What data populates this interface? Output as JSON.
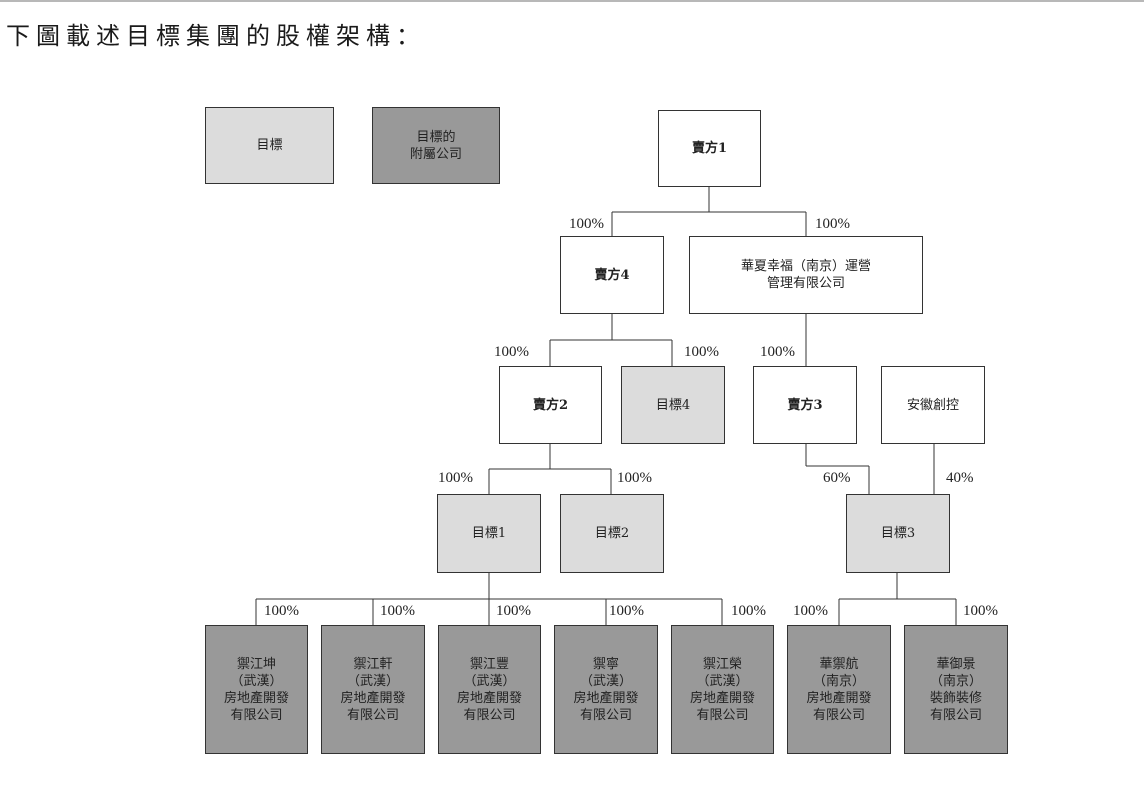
{
  "heading": "下圖載述目標集團的股權架構：",
  "legend": {
    "target": "目標",
    "subsidiary": "目標的\n附屬公司"
  },
  "nodes": {
    "seller1": "賣方1",
    "seller4": "賣方4",
    "huaxia": "華夏幸福（南京）運營\n管理有限公司",
    "seller2": "賣方2",
    "target4": "目標4",
    "seller3": "賣方3",
    "anhui": "安徽創控",
    "target1": "目標1",
    "target2": "目標2",
    "target3": "目標3",
    "sub1": "禦江坤\n（武漢）\n房地產開發\n有限公司",
    "sub2": "禦江軒\n（武漢）\n房地產開發\n有限公司",
    "sub3": "禦江豐\n（武漢）\n房地產開發\n有限公司",
    "sub4": "禦寧\n（武漢）\n房地產開發\n有限公司",
    "sub5": "禦江榮\n（武漢）\n房地產開發\n有限公司",
    "sub6": "華禦航\n（南京）\n房地產開發\n有限公司",
    "sub7": "華御景\n（南京）\n裝飾裝修\n有限公司"
  },
  "ownership": {
    "seller1_to_seller4": "100%",
    "seller1_to_huaxia": "100%",
    "seller4_to_seller2": "100%",
    "seller4_to_target4": "100%",
    "huaxia_to_seller3": "100%",
    "seller2_to_target1": "100%",
    "seller2_to_target2": "100%",
    "seller3_to_target3": "60%",
    "anhui_to_target3": "40%",
    "target1_to_sub1": "100%",
    "target1_to_sub2": "100%",
    "target1_to_sub3": "100%",
    "target1_to_sub4": "100%",
    "target1_to_sub5": "100%",
    "target3_to_sub6": "100%",
    "target3_to_sub7": "100%"
  }
}
